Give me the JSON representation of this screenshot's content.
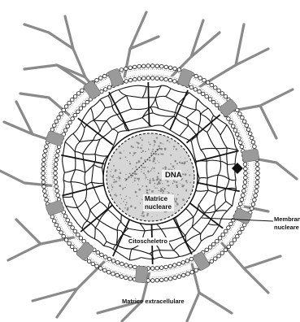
{
  "labels": {
    "dna": "DNA",
    "nuclear_matrix_line1": "Matrice",
    "nuclear_matrix_line2": "nucleare",
    "nuclear_membrane_line1": "Membrana",
    "nuclear_membrane_line2": "nucleare",
    "cytoskeleton": "Citoscheletro",
    "extracellular_matrix": "Matrice extracellulare"
  },
  "colors": {
    "ecm_fibers": "#8a8a8a",
    "membrane_protein": "#9a9a9a",
    "cytoskeleton": "#151515",
    "nucleus_fill": "#d6d6d6",
    "outline": "#111111"
  }
}
